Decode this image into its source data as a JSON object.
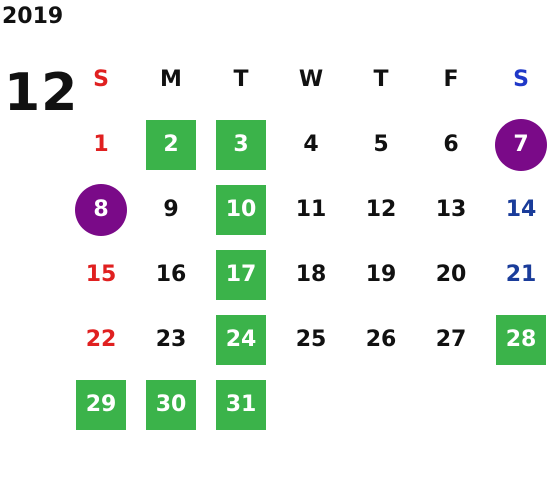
{
  "calendar": {
    "year": "2019",
    "month": "12",
    "weekdays": [
      "S",
      "M",
      "T",
      "W",
      "T",
      "F",
      "S"
    ],
    "start_offset": 0,
    "days": [
      {
        "d": "1",
        "hl": ""
      },
      {
        "d": "2",
        "hl": "green"
      },
      {
        "d": "3",
        "hl": "green"
      },
      {
        "d": "4",
        "hl": ""
      },
      {
        "d": "5",
        "hl": ""
      },
      {
        "d": "6",
        "hl": ""
      },
      {
        "d": "7",
        "hl": "purple"
      },
      {
        "d": "8",
        "hl": "purple"
      },
      {
        "d": "9",
        "hl": ""
      },
      {
        "d": "10",
        "hl": "green"
      },
      {
        "d": "11",
        "hl": ""
      },
      {
        "d": "12",
        "hl": ""
      },
      {
        "d": "13",
        "hl": ""
      },
      {
        "d": "14",
        "hl": ""
      },
      {
        "d": "15",
        "hl": ""
      },
      {
        "d": "16",
        "hl": ""
      },
      {
        "d": "17",
        "hl": "green"
      },
      {
        "d": "18",
        "hl": ""
      },
      {
        "d": "19",
        "hl": ""
      },
      {
        "d": "20",
        "hl": ""
      },
      {
        "d": "21",
        "hl": ""
      },
      {
        "d": "22",
        "hl": ""
      },
      {
        "d": "23",
        "hl": ""
      },
      {
        "d": "24",
        "hl": "green"
      },
      {
        "d": "25",
        "hl": ""
      },
      {
        "d": "26",
        "hl": ""
      },
      {
        "d": "27",
        "hl": ""
      },
      {
        "d": "28",
        "hl": "green"
      },
      {
        "d": "29",
        "hl": "green"
      },
      {
        "d": "30",
        "hl": "green"
      },
      {
        "d": "31",
        "hl": "green"
      }
    ]
  },
  "colors": {
    "highlight_green": "#3bb34a",
    "highlight_purple": "#7a0a88",
    "sunday_red": "#e02020",
    "saturday_blue": "#1a3c9a"
  }
}
